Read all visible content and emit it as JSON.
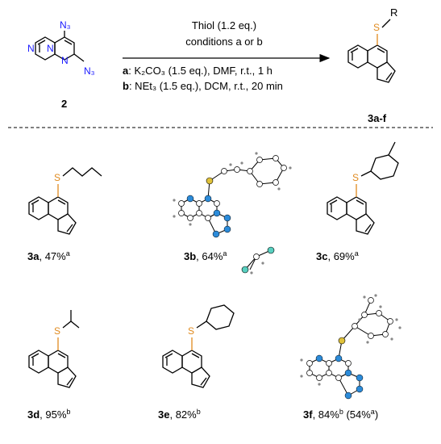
{
  "reaction": {
    "reagent": "Thiol (1.2 eq.)",
    "conditions_line": "conditions a or b",
    "condition_a_key": "a",
    "condition_a_text": ": K₂CO₃ (1.5 eq.), DMF, r.t., 1 h",
    "condition_b_key": "b",
    "condition_b_text": ": NEt₃ (1.5 eq.), DCM, r.t., 20 min",
    "start_label": "2",
    "product_label": "3a-f",
    "product_R": "R"
  },
  "compounds": [
    {
      "id": "3a",
      "yield": ", 47%",
      "sup": "a",
      "extra": ""
    },
    {
      "id": "3b",
      "yield": ", 64%",
      "sup": "a",
      "extra": ""
    },
    {
      "id": "3c",
      "yield": ", 69%",
      "sup": "a",
      "extra": ""
    },
    {
      "id": "3d",
      "yield": ", 95%",
      "sup": "b",
      "extra": ""
    },
    {
      "id": "3e",
      "yield": ", 82%",
      "sup": "b",
      "extra": ""
    },
    {
      "id": "3f",
      "yield": ", 84%",
      "sup": "b",
      "extra": " (54%",
      "extra_sup": "a",
      "extra_close": ")"
    }
  ],
  "atoms": {
    "N": "N",
    "N3": "N₃",
    "S": "S"
  },
  "colors": {
    "nitrogen": "#1a1aff",
    "sulfur": "#e08a1e",
    "bond": "#000000",
    "n_sphere": "#2c8bd9",
    "cl_sphere": "#58d0c0"
  }
}
